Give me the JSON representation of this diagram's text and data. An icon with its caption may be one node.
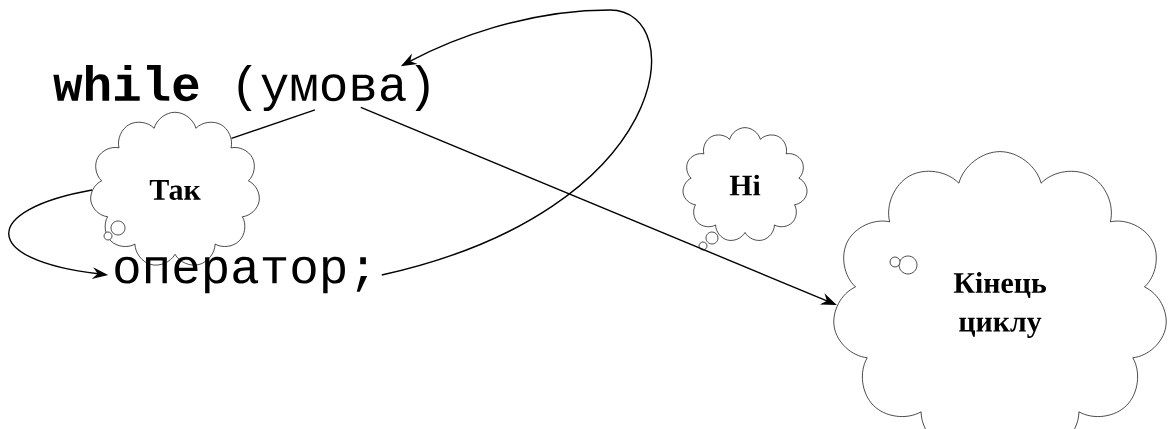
{
  "diagram": {
    "nodes": [
      {
        "text": [
          "**while** (умова)"
        ]
      },
      {
        "text": [
          "Так"
        ]
      },
      {
        "text": [
          "оператор;"
        ]
      },
      {
        "text": [
          "Ні"
        ]
      },
      {
        "text": [
          "Кінець циклу"
        ]
      }
    ],
    "edges": [
      {
        "from": 0,
        "to": 1,
        "arrow": "none"
      },
      {
        "from": 1,
        "to": 2,
        "arrow": "to"
      },
      {
        "from": 2,
        "to": 0,
        "arrow": "to"
      },
      {
        "from": 0,
        "to": 4,
        "arrow": "to"
      }
    ]
  }
}
